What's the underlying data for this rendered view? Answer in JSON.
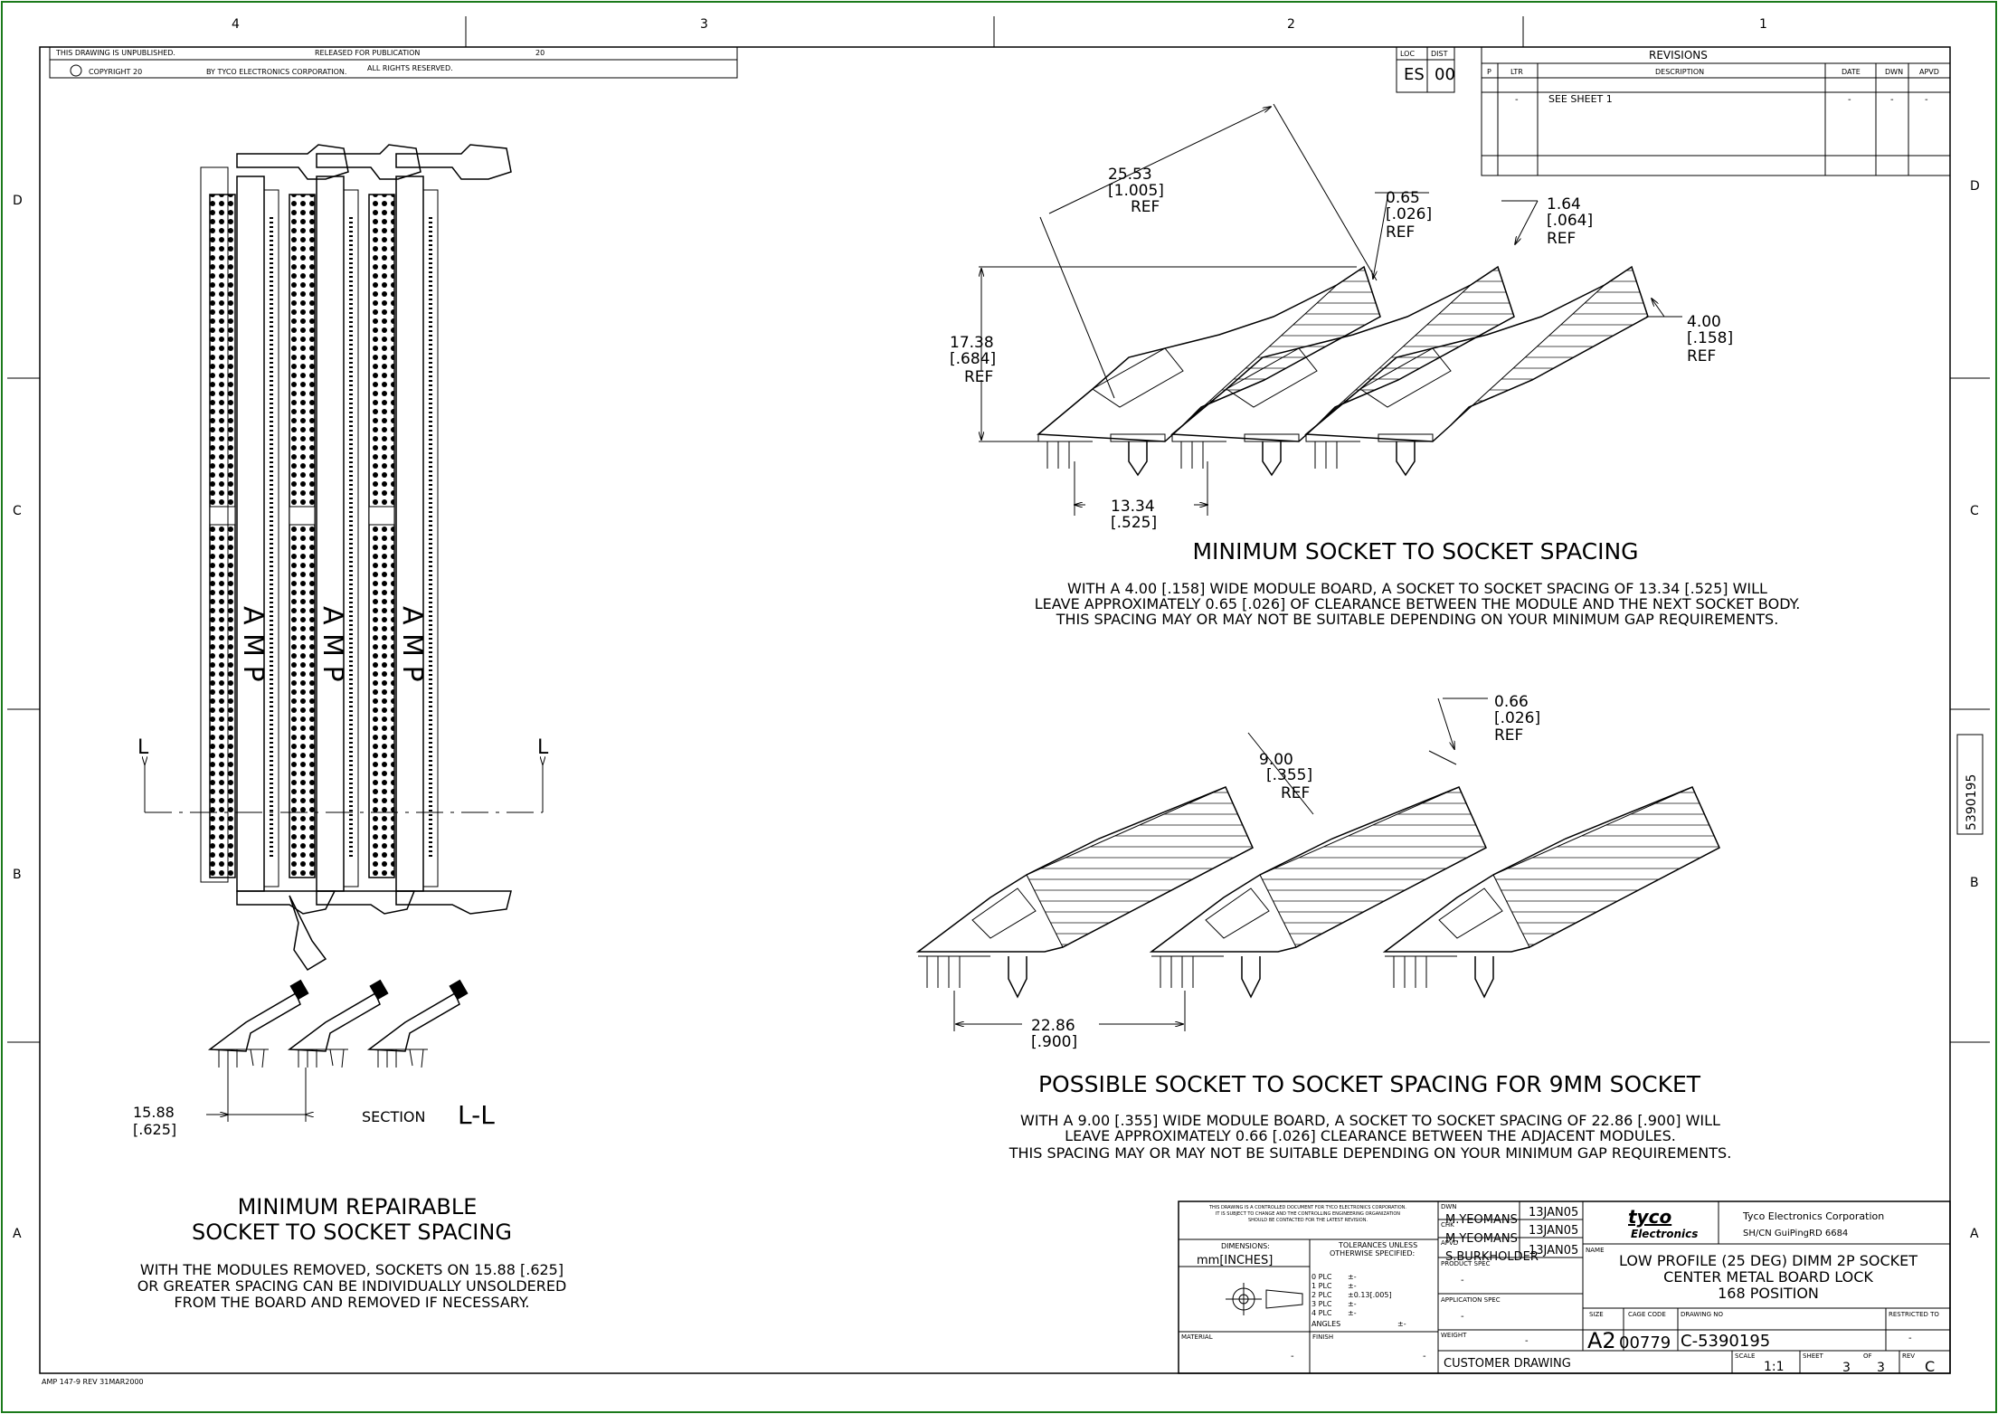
{
  "border": {
    "top_zones": [
      "4",
      "3",
      "2",
      "1"
    ],
    "side_zones": [
      "D",
      "C",
      "B",
      "A"
    ]
  },
  "header": {
    "unpublished": "THIS DRAWING IS UNPUBLISHED.",
    "released": "RELEASED FOR PUBLICATION",
    "year": "20",
    "copyright": "COPYRIGHT 20",
    "by": "BY TYCO ELECTRONICS CORPORATION.",
    "rights": "ALL RIGHTS RESERVED."
  },
  "loc_dist": {
    "loc_label": "LOC",
    "loc_value": "ES",
    "dist_label": "DIST",
    "dist_value": "00"
  },
  "revisions": {
    "title": "REVISIONS",
    "columns": [
      "P",
      "LTR",
      "DESCRIPTION",
      "DATE",
      "DWN",
      "APVD"
    ],
    "rows": [
      [
        "",
        "-",
        "SEE SHEET 1",
        "-",
        "-",
        "-"
      ]
    ]
  },
  "side_number": "5390195",
  "view_top_right": {
    "dim_a": [
      "25.53",
      "[1.005]",
      "REF"
    ],
    "dim_b": [
      "0.65",
      "[.026]",
      "REF"
    ],
    "dim_c": [
      "1.64",
      "[.064]",
      "REF"
    ],
    "dim_d": [
      "17.38",
      "[.684]",
      "REF"
    ],
    "dim_e": [
      "4.00",
      "[.158]",
      "REF"
    ],
    "dim_f": [
      "13.34",
      "[.525]"
    ],
    "title": "MINIMUM SOCKET TO SOCKET SPACING",
    "note": [
      "WITH A 4.00 [.158] WIDE MODULE BOARD, A SOCKET TO SOCKET SPACING OF 13.34 [.525] WILL",
      "LEAVE APPROXIMATELY 0.65 [.026] OF CLEARANCE BETWEEN THE MODULE AND THE NEXT SOCKET BODY.",
      "THIS SPACING MAY OR MAY NOT BE SUITABLE DEPENDING ON YOUR MINIMUM GAP REQUIREMENTS."
    ]
  },
  "view_bottom_right": {
    "dim_a": [
      "0.66",
      "[.026]",
      "REF"
    ],
    "dim_b": [
      "9.00",
      "[.355]",
      "REF"
    ],
    "dim_c": [
      "22.86",
      "[.900]"
    ],
    "title": "POSSIBLE SOCKET TO SOCKET SPACING FOR 9MM SOCKET",
    "note": [
      "WITH A 9.00 [.355] WIDE MODULE BOARD, A SOCKET TO SOCKET SPACING OF 22.86 [.900] WILL",
      "LEAVE APPROXIMATELY 0.66 [.026] CLEARANCE BETWEEN THE ADJACENT MODULES.",
      "THIS SPACING MAY OR MAY NOT BE SUITABLE DEPENDING ON YOUR MINIMUM GAP REQUIREMENTS."
    ]
  },
  "view_left": {
    "section_marker": "L",
    "socket_text": "A M P",
    "dim": [
      "15.88",
      "[.625]"
    ],
    "section_label": "SECTION",
    "section_id": "L-L",
    "title": [
      "MINIMUM REPAIRABLE",
      "SOCKET TO SOCKET SPACING"
    ],
    "note": [
      "WITH THE MODULES REMOVED, SOCKETS ON 15.88 [.625]",
      "OR GREATER SPACING CAN BE INDIVIDUALLY UNSOLDERED",
      "FROM THE BOARD AND REMOVED IF NECESSARY."
    ]
  },
  "title_block": {
    "control": [
      "THIS DRAWING IS A CONTROLLED DOCUMENT FOR TYCO ELECTRONICS CORPORATION.",
      "IT IS SUBJECT TO CHANGE AND THE CONTROLLING ENGINEERING ORGANIZATION",
      "SHOULD BE CONTACTED FOR THE LATEST REVISION."
    ],
    "dimensions_label": "DIMENSIONS:",
    "units": "mm[INCHES]",
    "tolerances_label": [
      "TOLERANCES UNLESS",
      "OTHERWISE SPECIFIED:"
    ],
    "tolerances": [
      [
        "0 PLC",
        "±-"
      ],
      [
        "1 PLC",
        "±-"
      ],
      [
        "2 PLC",
        "±0.13[.005]"
      ],
      [
        "3 PLC",
        "±-"
      ],
      [
        "4 PLC",
        "±-"
      ],
      [
        "ANGLES",
        "±-"
      ]
    ],
    "material_label": "MATERIAL",
    "material_value": "-",
    "finish_label": "FINISH",
    "finish_value": "-",
    "dwn_label": "DWN",
    "dwn_name": "M.YEOMANS",
    "dwn_date": "13JAN05",
    "chk_label": "CHK",
    "chk_name": "M.YEOMANS",
    "chk_date": "13JAN05",
    "apvd_label": "APVD",
    "apvd_name": "S.BURKHOLDER",
    "apvd_date": "13JAN05",
    "product_spec_label": "PRODUCT SPEC",
    "product_spec": "-",
    "application_spec_label": "APPLICATION SPEC",
    "application_spec": "-",
    "weight_label": "WEIGHT",
    "weight": "-",
    "logo_top": "tyco",
    "logo_bottom": "Electronics",
    "company": "Tyco Electronics Corporation",
    "address": "SH/CN GuiPingRD 6684",
    "name_label": "NAME",
    "name": [
      "LOW PROFILE (25 DEG) DIMM 2P SOCKET",
      "CENTER METAL BOARD LOCK",
      "168 POSITION"
    ],
    "size_label": "SIZE",
    "size": "A2",
    "cage_label": "CAGE CODE",
    "cage": "00779",
    "drawing_no_label": "DRAWING NO",
    "drawing_no": "C-5390195",
    "restricted_label": "RESTRICTED TO",
    "restricted": "-",
    "customer": "CUSTOMER DRAWING",
    "scale_label": "SCALE",
    "scale": "1:1",
    "sheet_label": "SHEET",
    "sheet": "3",
    "of_label": "OF",
    "sheet_total": "3",
    "rev_label": "REV",
    "rev": "C"
  },
  "footer": "AMP 147-9 REV 31MAR2000"
}
